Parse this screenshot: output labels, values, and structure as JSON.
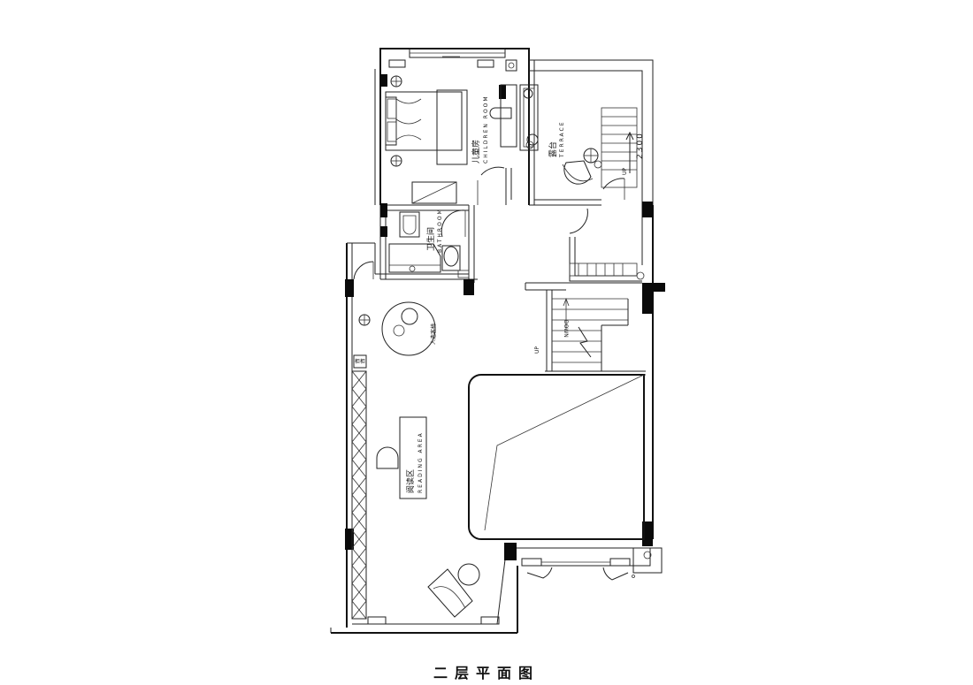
{
  "title": "二层平面图",
  "rooms": {
    "children_room": {
      "cn": "儿童房",
      "en": "CHILDREN ROOM"
    },
    "terrace": {
      "cn": "露台",
      "en": "TERRACE"
    },
    "bathroom": {
      "cn": "卫生间",
      "en": "BATHROOM"
    },
    "reading_area": {
      "cn": "阅读区",
      "en": "READING AREA"
    }
  },
  "labels": {
    "terrace_dimension": "2300",
    "stair_up_terrace": "UP",
    "stair_up_main": "UP",
    "stair_down_main": "DOWN",
    "lounge_chair": "人造客椅",
    "cabinet": "柜柜"
  }
}
